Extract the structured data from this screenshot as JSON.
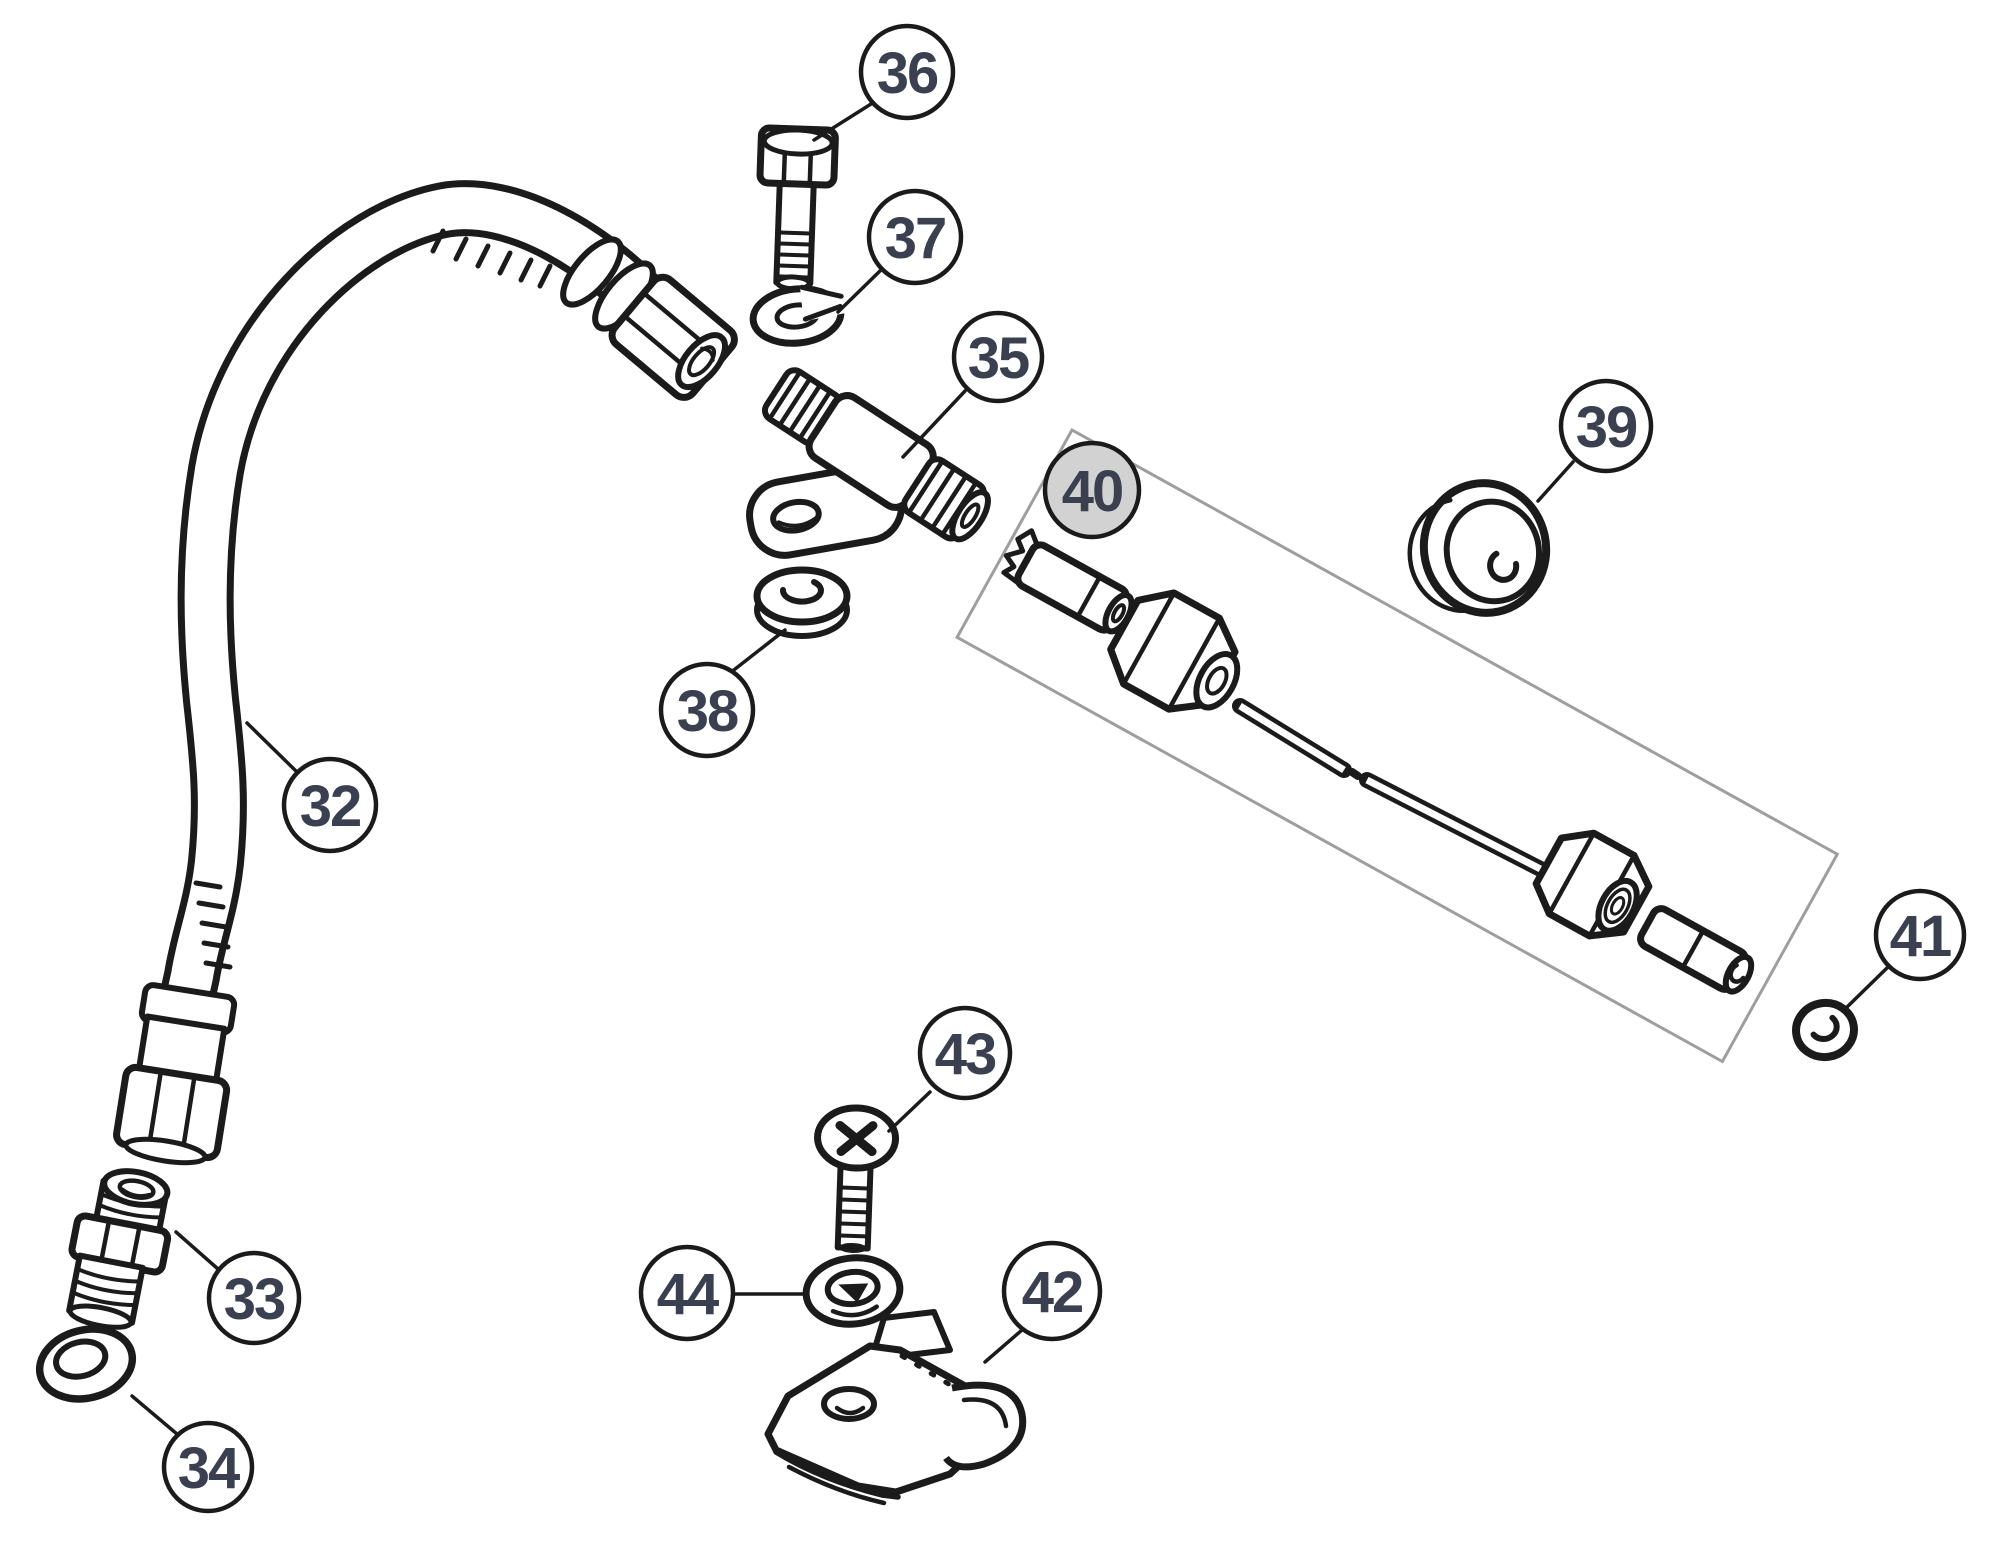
{
  "diagram": {
    "background": "#ffffff",
    "line_color": "#1b1b1b",
    "callout_text_color": "#3a4050",
    "callout_fill": "#ffffff",
    "callout_highlight_fill": "#d2d2d2",
    "highlight_box_color": "#9e9e9e",
    "callouts": [
      {
        "number": "32",
        "highlighted": false
      },
      {
        "number": "33",
        "highlighted": false
      },
      {
        "number": "34",
        "highlighted": false
      },
      {
        "number": "35",
        "highlighted": false
      },
      {
        "number": "36",
        "highlighted": false
      },
      {
        "number": "37",
        "highlighted": false
      },
      {
        "number": "38",
        "highlighted": false
      },
      {
        "number": "39",
        "highlighted": false
      },
      {
        "number": "40",
        "highlighted": true
      },
      {
        "number": "41",
        "highlighted": false
      },
      {
        "number": "42",
        "highlighted": false
      },
      {
        "number": "43",
        "highlighted": false
      },
      {
        "number": "44",
        "highlighted": false
      }
    ]
  }
}
